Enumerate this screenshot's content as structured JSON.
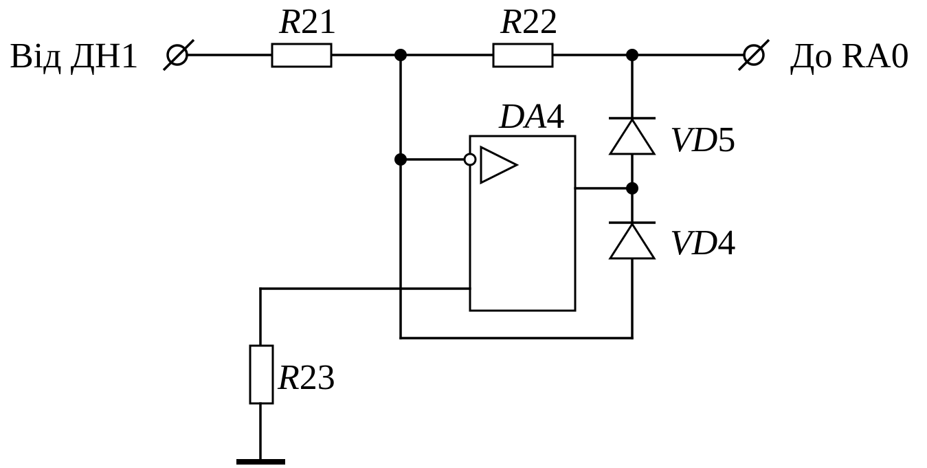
{
  "input_terminal": {
    "label": "Від ДН1"
  },
  "output_terminal": {
    "label": "До RA0"
  },
  "components": {
    "r21": {
      "letter": "R",
      "number": "21"
    },
    "r22": {
      "letter": "R",
      "number": "22"
    },
    "r23": {
      "letter": "R",
      "number": "23"
    },
    "da4": {
      "letter": "DA",
      "number": "4"
    },
    "vd5": {
      "letter": "VD",
      "number": "5"
    },
    "vd4": {
      "letter": "VD",
      "number": "4"
    }
  }
}
